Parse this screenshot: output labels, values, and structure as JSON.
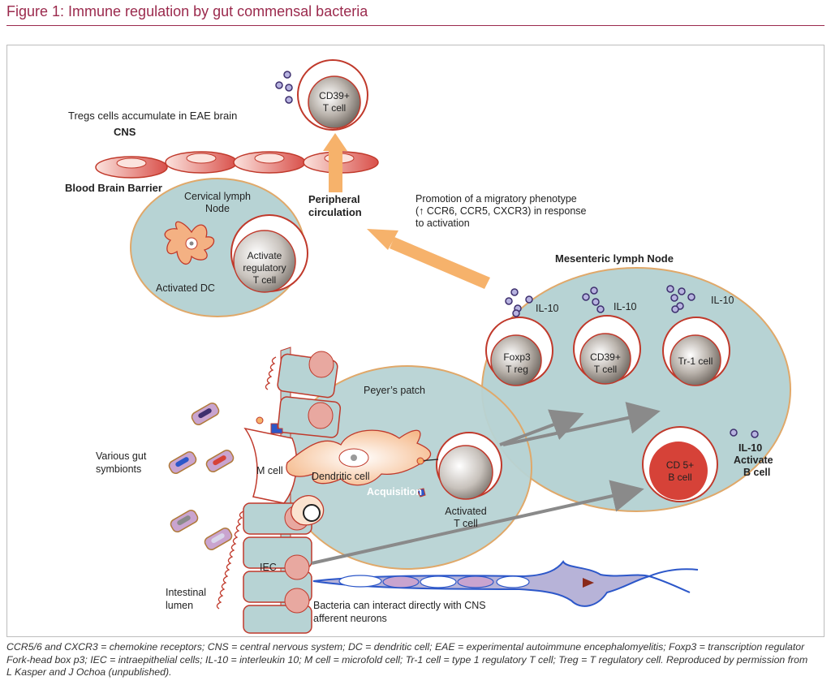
{
  "figure": {
    "title": "Figure 1: Immune regulation by gut commensal bacteria"
  },
  "labels": {
    "tregs_accumulate": "Tregs cells accumulate in EAE brain",
    "cns": "CNS",
    "bbb": "Blood Brain Barrier",
    "cd39_top_l1": "CD39+",
    "cd39_top_l2": "T cell",
    "cervical_l1": "Cervical lymph",
    "cervical_l2": "Node",
    "activated_dc": "Activated DC",
    "act_reg_l1": "Activate",
    "act_reg_l2": "regulatory",
    "act_reg_l3": "T cell",
    "peripheral_l1": "Peripheral",
    "peripheral_l2": "circulation",
    "promo_l1": "Promotion of a migratory phenotype",
    "promo_l2": "(↑ CCR6, CCR5, CXCR3) in response",
    "promo_l3": "to activation",
    "mesenteric": "Mesenteric lymph Node",
    "il10_a": "IL-10",
    "il10_b": "IL-10",
    "il10_c": "IL-10",
    "foxp3_l1": "Foxp3",
    "foxp3_l2": "T reg",
    "cd39_mln_l1": "CD39+",
    "cd39_mln_l2": "T cell",
    "tr1": "Tr-1 cell",
    "peyers": "Peyer’s patch",
    "various_l1": "Various gut",
    "various_l2": "symbionts",
    "mcell": "M cell",
    "dendritic": "Dendritic cell",
    "acquisition": "Acquisition",
    "activated_t_l1": "Activated",
    "activated_t_l2": "T cell",
    "iec": "IEC",
    "intestinal_l1": "Intestinal",
    "intestinal_l2": "lumen",
    "bacteria_l1": "Bacteria can interact directly with CNS",
    "bacteria_l2": "afferent neurons",
    "il10_b_cell": "IL-10",
    "activate_b_l1": "Activate",
    "activate_b_l2": "B cell",
    "cd5_l1": "CD 5+",
    "cd5_l2": "B cell"
  },
  "caption": {
    "line1": "CCR5/6 and CXCR3 = chemokine receptors; CNS = central nervous system; DC = dendritic cell; EAE = experimental autoimmune encephalomyelitis; Foxp3 = transcription regulator",
    "line2": "Fork-head box p3; IEC = intraepithelial cells; IL-10 = interleukin 10; M cell = microfold cell; Tr-1 cell = type 1 regulatory T cell; Treg = T regulatory cell. Reproduced by permission from",
    "line3": "L Kasper and J Ochoa (unpublished)."
  },
  "colors": {
    "title": "#9b2a4d",
    "node_fill": "#b7d3d4",
    "node_stroke": "#e0a869",
    "cell_stroke": "#c0392b",
    "arrow_orange": "#f6b26b",
    "arrow_gray": "#8a8a8a",
    "bcell_red": "#d64238"
  }
}
